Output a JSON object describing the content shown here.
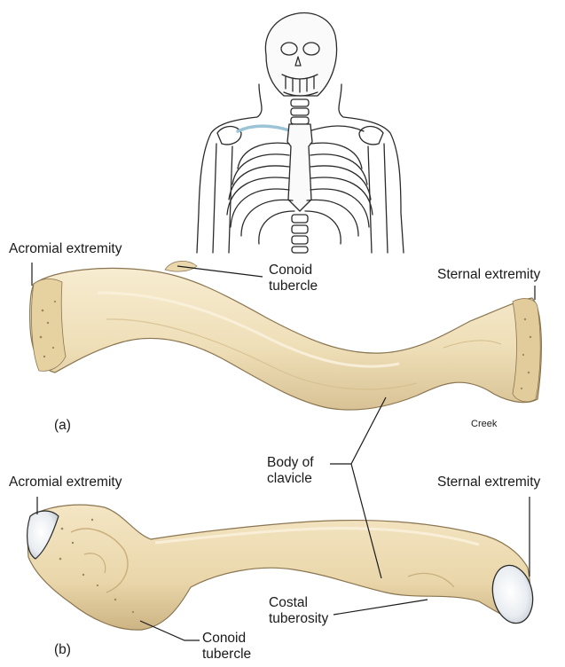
{
  "view_a": {
    "panel_label": "(a)",
    "acromial_extremity": "Acromial extremity",
    "sternal_extremity": "Sternal extremity",
    "conoid_tubercle_line1": "Conoid",
    "conoid_tubercle_line2": "tubercle",
    "artist_signature": "Creek"
  },
  "shared": {
    "body_of_clavicle_line1": "Body of",
    "body_of_clavicle_line2": "clavicle"
  },
  "view_b": {
    "panel_label": "(b)",
    "acromial_extremity": "Acromial extremity",
    "sternal_extremity": "Sternal extremity",
    "costal_tuberosity_line1": "Costal",
    "costal_tuberosity_line2": "tuberosity",
    "conoid_tubercle_line1": "Conoid",
    "conoid_tubercle_line2": "tubercle"
  },
  "colors": {
    "bone_fill": "#efdfb8",
    "bone_shadow": "#d6bf8e",
    "bone_highlight": "#f9f1dc",
    "outline": "#2b2b2b",
    "clavicle_highlight": "#9cc3d6",
    "leader_line": "#1a1a1a"
  }
}
